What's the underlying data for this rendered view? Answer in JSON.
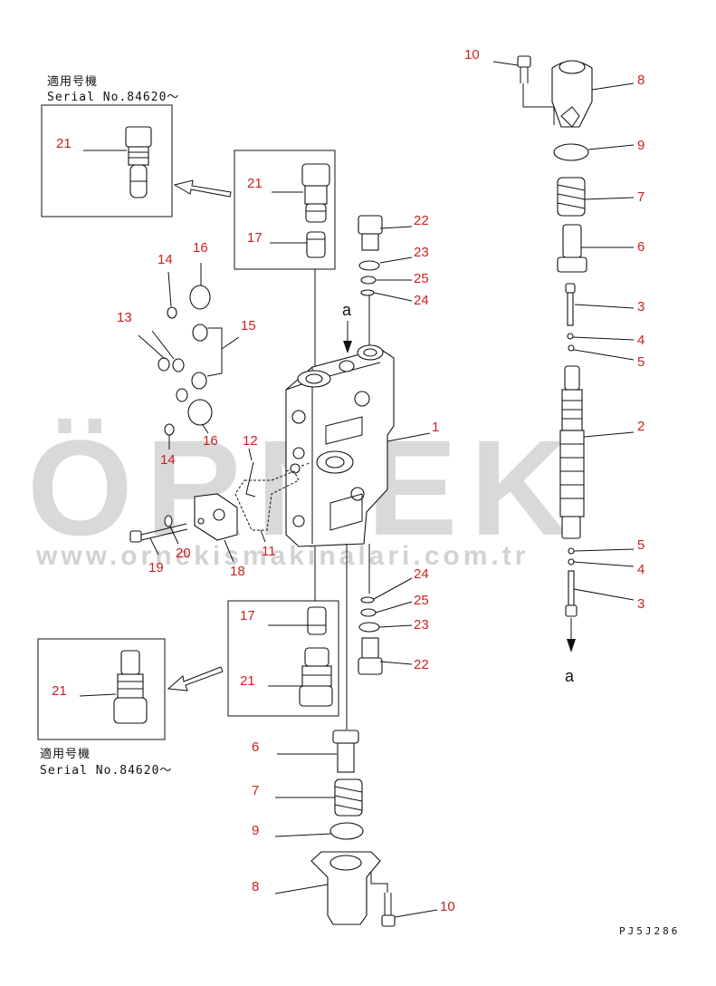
{
  "watermark": {
    "brand": "ÖRNEK",
    "url": "www.ornekismakinalari.com.tr"
  },
  "notes": {
    "top_left_jp": "適用号機",
    "top_left_serial": "Serial No.84620～",
    "bottom_left_jp": "適用号機",
    "bottom_left_serial": "Serial No.84620～"
  },
  "view_marker": "a",
  "drawing_code": "PJ5J286",
  "callouts": {
    "c1": "1",
    "c2": "2",
    "c3a": "3",
    "c3b": "3",
    "c4a": "4",
    "c4b": "4",
    "c5a": "5",
    "c5b": "5",
    "c6a": "6",
    "c6b": "6",
    "c7a": "7",
    "c7b": "7",
    "c8a": "8",
    "c8b": "8",
    "c9a": "9",
    "c9b": "9",
    "c10a": "10",
    "c10b": "10",
    "c11": "11",
    "c12": "12",
    "c13": "13",
    "c14a": "14",
    "c14b": "14",
    "c15": "15",
    "c16a": "16",
    "c16b": "16",
    "c17a": "17",
    "c17b": "17",
    "c18": "18",
    "c19": "19",
    "c20": "20",
    "c21a": "21",
    "c21b": "21",
    "c21c": "21",
    "c21d": "21",
    "c22a": "22",
    "c22b": "22",
    "c23a": "23",
    "c23b": "23",
    "c24a": "24",
    "c24b": "24",
    "c25a": "25",
    "c25b": "25"
  }
}
